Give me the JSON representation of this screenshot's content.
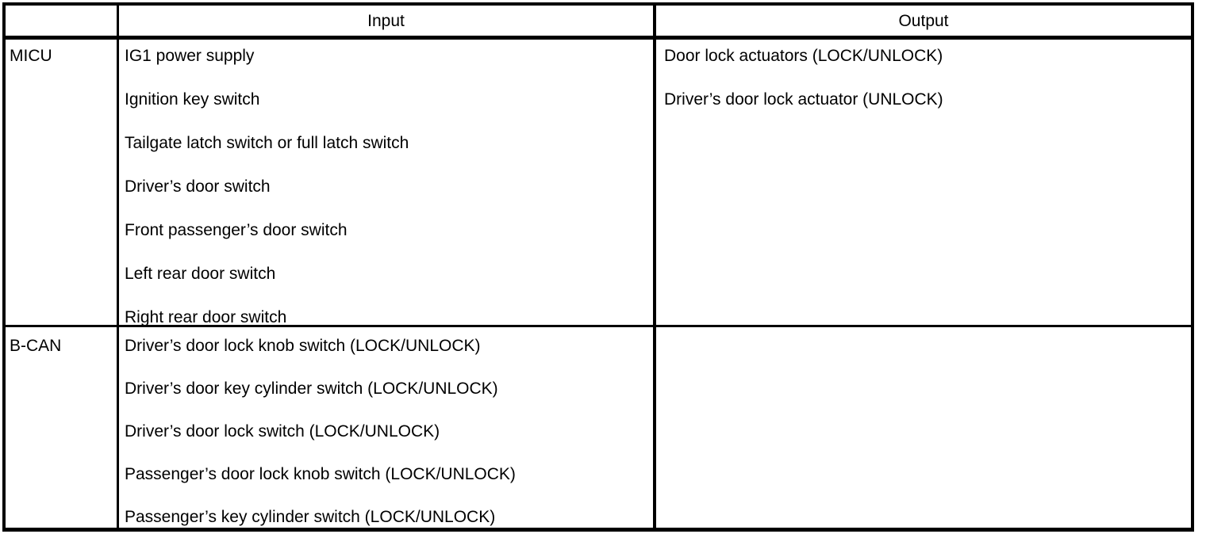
{
  "table": {
    "columns": {
      "row_label": "",
      "input": "Input",
      "output": "Output"
    },
    "sections": [
      {
        "label": "MICU",
        "inputs": [
          "IG1 power supply",
          "Ignition key switch",
          "Tailgate latch switch or full latch switch",
          "Driver’s door switch",
          "Front passenger’s door switch",
          "Left rear door switch",
          "Right rear door switch"
        ],
        "outputs": [
          "Door lock actuators (LOCK/UNLOCK)",
          "Driver’s door lock actuator (UNLOCK)"
        ]
      },
      {
        "label": "B-CAN",
        "inputs": [
          "Driver’s door lock knob switch (LOCK/UNLOCK)",
          "Driver’s door key cylinder switch (LOCK/UNLOCK)",
          "Driver’s door lock switch (LOCK/UNLOCK)",
          "Passenger’s door lock knob switch (LOCK/UNLOCK)",
          "Passenger’s key cylinder switch (LOCK/UNLOCK)"
        ],
        "outputs": []
      }
    ]
  },
  "colors": {
    "border": "#000000",
    "text": "#000000",
    "background": "#ffffff"
  }
}
